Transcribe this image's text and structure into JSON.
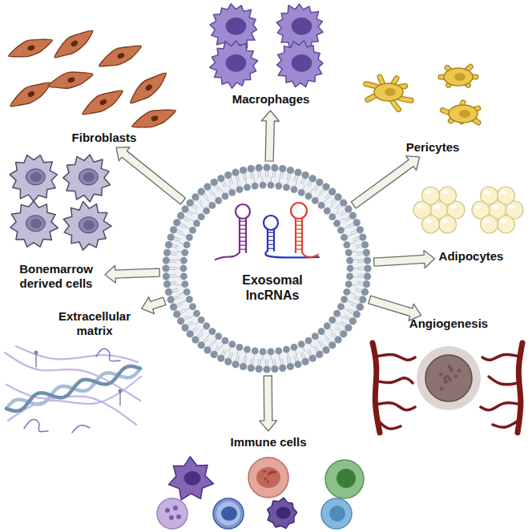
{
  "diagram": {
    "nodes": [
      {
        "text": [
          "Exosomal lncRNAs"
        ]
      },
      {
        "text": [
          "Macrophages"
        ]
      },
      {
        "text": [
          "Pericytes"
        ]
      },
      {
        "text": [
          "Adipocytes"
        ]
      },
      {
        "text": [
          "Angiogenesis"
        ]
      },
      {
        "text": [
          "Immune cells"
        ]
      },
      {
        "text": [
          "Extracellular matrix"
        ]
      },
      {
        "text": [
          "Bonemarrow derived cells"
        ]
      },
      {
        "text": [
          "Fibroblasts"
        ]
      }
    ],
    "edges": [
      {
        "from": 0,
        "to": 1,
        "arrow": "to"
      },
      {
        "from": 0,
        "to": 2,
        "arrow": "to"
      },
      {
        "from": 0,
        "to": 3,
        "arrow": "to"
      },
      {
        "from": 0,
        "to": 4,
        "arrow": "to"
      },
      {
        "from": 0,
        "to": 5,
        "arrow": "to"
      },
      {
        "from": 0,
        "to": 6,
        "arrow": "to"
      },
      {
        "from": 0,
        "to": 7,
        "arrow": "to"
      },
      {
        "from": 0,
        "to": 8,
        "arrow": "to"
      }
    ]
  }
}
